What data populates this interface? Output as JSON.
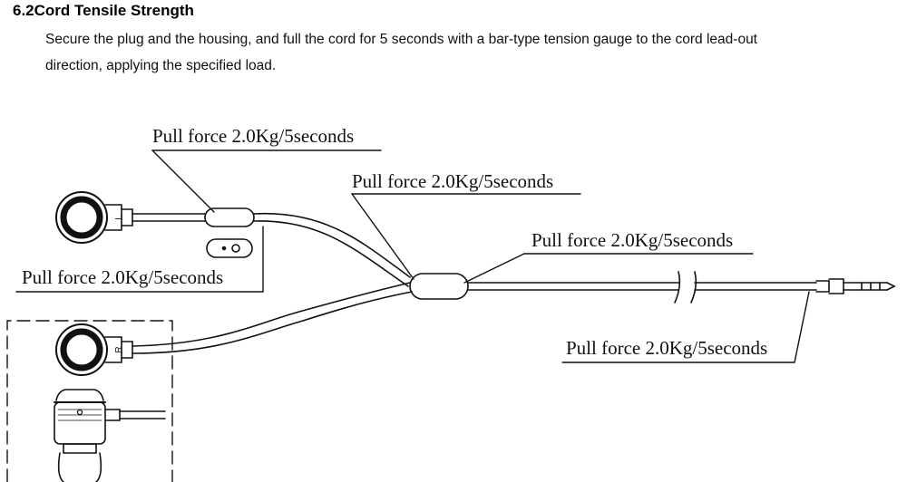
{
  "section": {
    "heading": "6.2Cord Tensile Strength",
    "line1": "Secure the plug and the housing, and full the cord for 5 seconds with a bar-type tension gauge to the cord lead-out",
    "line2": "direction, applying the specified load."
  },
  "diagram": {
    "label_top_left": "Pull force 2.0Kg/5seconds",
    "label_middle": "Pull force 2.0Kg/5seconds",
    "label_right_top": "Pull force 2.0Kg/5seconds",
    "label_left_lower": "Pull force 2.0Kg/5seconds",
    "label_plug": "Pull force 2.0Kg/5seconds",
    "marker_left": "L",
    "marker_right": "R"
  }
}
